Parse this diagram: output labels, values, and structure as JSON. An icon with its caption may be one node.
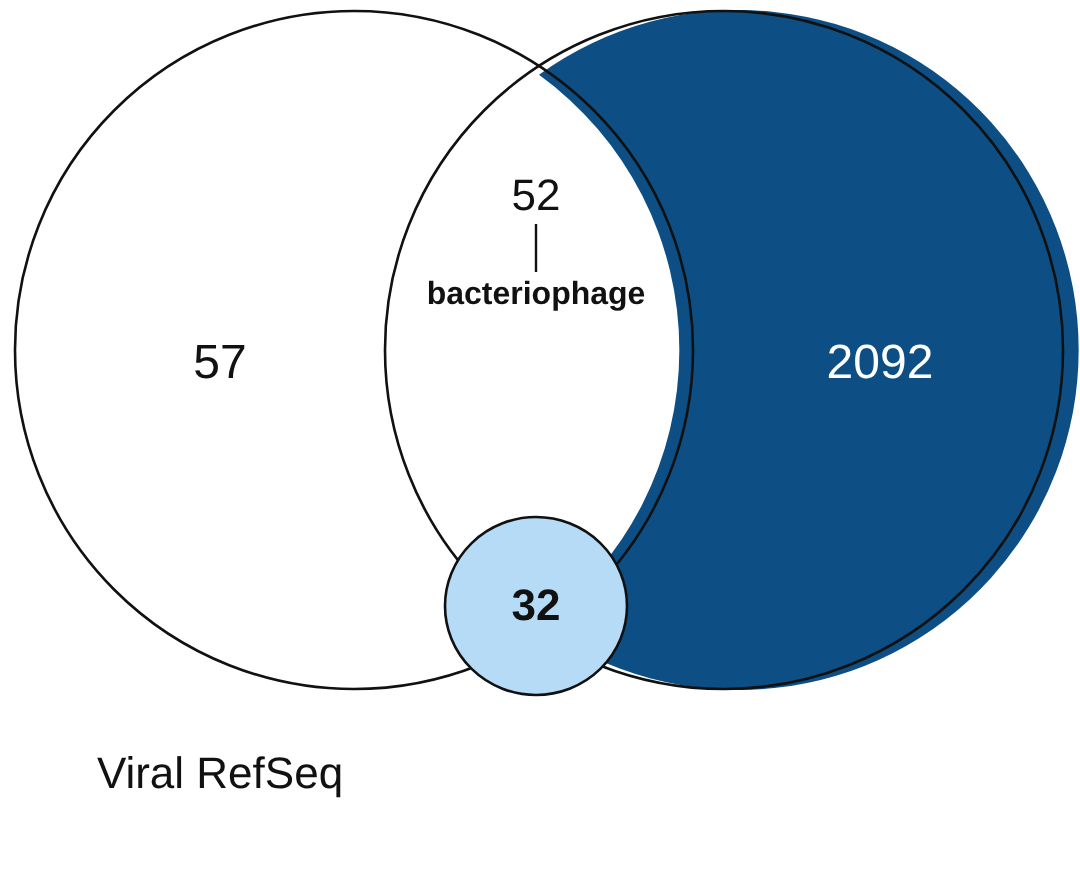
{
  "diagram": {
    "nodes": [
      {
        "text": [
          "57"
        ],
        "beside": [
          "Viral RefSeq"
        ]
      },
      {
        "text": [
          "2092"
        ]
      },
      {
        "text": [
          "32"
        ]
      },
      {
        "text": [
          "52"
        ]
      },
      {
        "text": [
          "bacteriophage"
        ]
      }
    ],
    "edges": [
      {
        "from": 3,
        "to": 4,
        "arrow": "none"
      }
    ]
  }
}
